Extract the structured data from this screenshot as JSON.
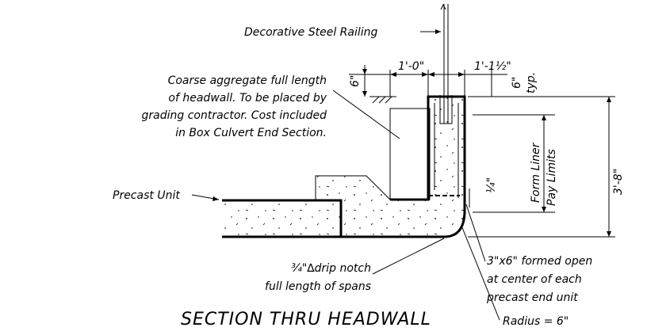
{
  "labels": {
    "railing": "Decorative Steel Railing",
    "aggregate": [
      "Coarse aggregate full length",
      "of headwall.  To be placed by",
      "grading contractor. Cost included",
      "in Box Culvert End Section."
    ],
    "precast_unit": "Precast Unit",
    "drip_notch": [
      "¾\"∆drip notch",
      "full length of spans"
    ],
    "formed_open": [
      "3\"x6\" formed open",
      "at center of each",
      "precast end unit"
    ],
    "radius": "Radius = 6\"",
    "form_liner": [
      "Form Liner",
      "Pay Limits"
    ]
  },
  "dimensions": {
    "six_in_left": "6\"",
    "one_foot": "1'-0\"",
    "one_foot_half": "1'-1½\"",
    "six_typ": [
      "6\"",
      "typ."
    ],
    "quarter": "¼\"",
    "three_eight": "3'-8\""
  },
  "title": "SECTION THRU HEADWALL",
  "colors": {
    "ink": "#000000",
    "paper": "#ffffff"
  }
}
